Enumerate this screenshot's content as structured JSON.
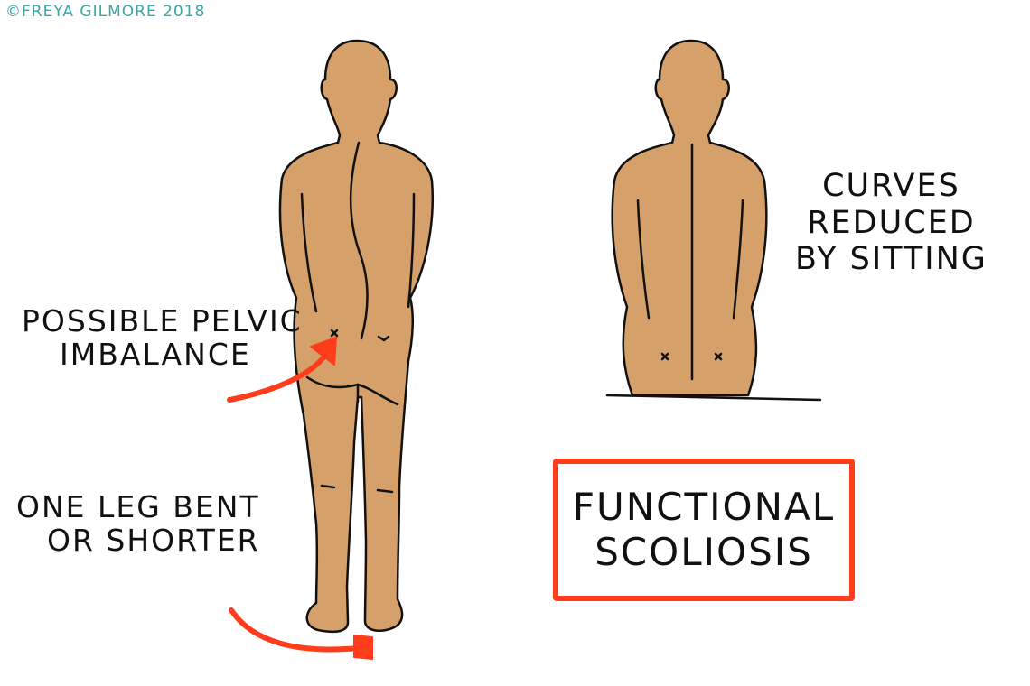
{
  "copyright": "©FREYA GILMORE 2018",
  "labels": {
    "pelvic": [
      "POSSIBLE PELVIC",
      "IMBALANCE"
    ],
    "leg": [
      "ONE LEG BENT",
      "OR SHORTER"
    ],
    "sitting": [
      "CURVES",
      "REDUCED",
      "BY SITTING"
    ]
  },
  "title": [
    "FUNCTIONAL",
    "SCOLIOSIS"
  ],
  "colors": {
    "skin": "#d5a06a",
    "outline": "#111111",
    "arrow": "#ff3d1c",
    "copyright": "#3aa6a6"
  }
}
